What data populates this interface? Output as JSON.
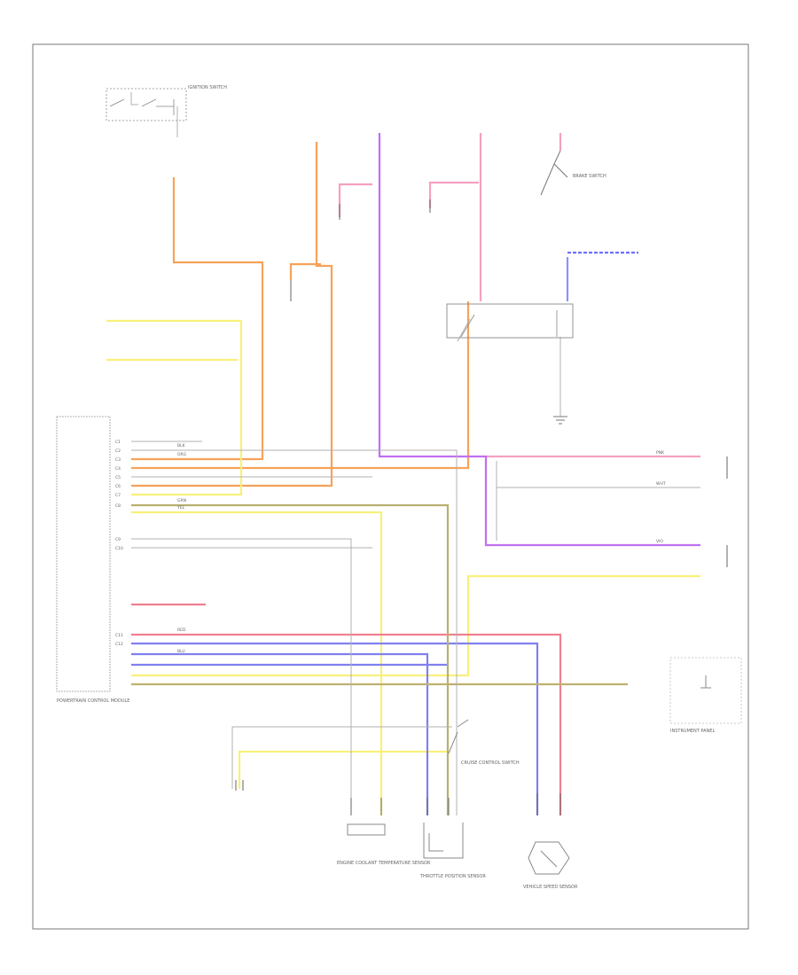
{
  "diagram": {
    "footer_code": "",
    "components": {
      "pcm": "POWERTRAIN CONTROL MODULE",
      "ignition_switch": "IGNITION SWITCH",
      "brake_switch": "BRAKE SWITCH",
      "cruise_switch": "CRUISE CONTROL SWITCH",
      "ect": "ENGINE COOLANT TEMPERATURE SENSOR",
      "tps": "THROTTLE POSITION SENSOR",
      "vss": "VEHICLE SPEED SENSOR",
      "instrument_panel": "INSTRUMENT PANEL"
    },
    "pins": [
      "C1",
      "C2",
      "C3",
      "C4",
      "C5",
      "C6",
      "C7",
      "C8",
      "C9",
      "C10",
      "C11",
      "C12"
    ],
    "wire_labels": [
      "ORG",
      "BLK",
      "RED",
      "YEL",
      "PNK",
      "VIO",
      "GRN",
      "BLU",
      "WHT"
    ]
  }
}
